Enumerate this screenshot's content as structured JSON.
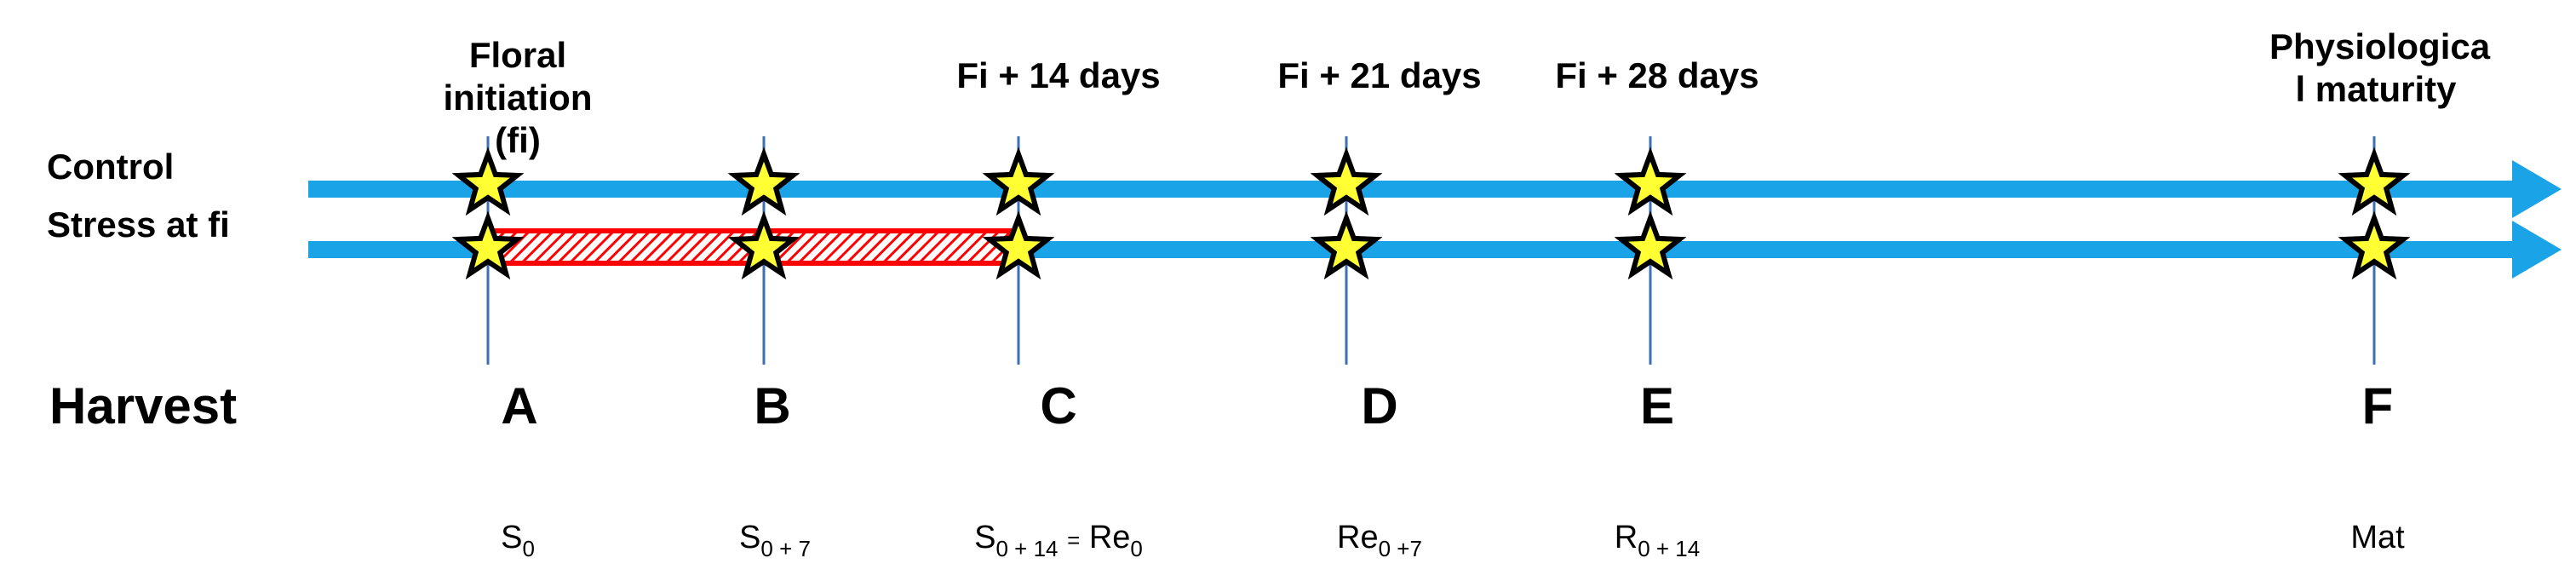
{
  "rows": {
    "control": "Control",
    "stress": "Stress at fi"
  },
  "stages": {
    "floral": "Floral initiation (fi)",
    "fi14": "Fi + 14 days",
    "fi21": "Fi + 21 days",
    "fi28": "Fi + 28 days",
    "maturity": "Physiologica l maturity"
  },
  "harvest": {
    "title": "Harvest",
    "letters": [
      "A",
      "B",
      "C",
      "D",
      "E",
      "F"
    ]
  },
  "codes": {
    "A": {
      "base": "S",
      "sub": "0"
    },
    "B": {
      "base": "S",
      "sub": "0 + 7"
    },
    "C": {
      "base": "S",
      "sub": "0 + 14",
      "eq": "=",
      "base2": "Re",
      "sub2": "0"
    },
    "D": {
      "base": "Re",
      "sub": "0 +7"
    },
    "E": {
      "base": "R",
      "sub": "0 + 14"
    },
    "F": {
      "base": "Mat"
    }
  },
  "colors": {
    "timeline": "#1BA3E8",
    "marker_line": "#3B6FB6",
    "star_fill": "#FFFF33",
    "star_stroke": "#000000",
    "stress_bar": "#FF0000"
  }
}
